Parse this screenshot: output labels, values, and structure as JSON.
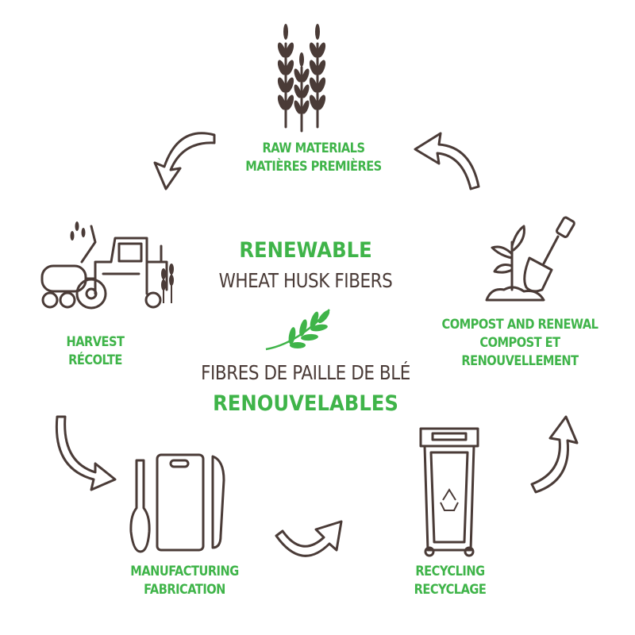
{
  "center": {
    "line1": "RENEWABLE",
    "line2": "WHEAT HUSK FIBERS",
    "line3": "FIBRES DE PAILLE DE BLÉ",
    "line4": "RENOUVELABLES"
  },
  "stages": {
    "raw_materials": {
      "en": "RAW MATERIALS",
      "fr": "MATIÈRES PREMIÈRES",
      "icon": "wheat-icon"
    },
    "harvest": {
      "en": "HARVEST",
      "fr": "RÉCOLTE",
      "icon": "tractor-icon"
    },
    "manufacturing": {
      "en": "MANUFACTURING",
      "fr": "FABRICATION",
      "icon": "utensils-icon"
    },
    "recycling": {
      "en": "RECYCLING",
      "fr": "RECYCLAGE",
      "icon": "recycling-bin-icon"
    },
    "compost": {
      "en": "COMPOST AND RENEWAL",
      "fr1": "COMPOST ET",
      "fr2": "RENOUVELLEMENT",
      "icon": "plant-shovel-icon"
    }
  },
  "colors": {
    "green": "#3fb449",
    "brown": "#4a3b37"
  }
}
